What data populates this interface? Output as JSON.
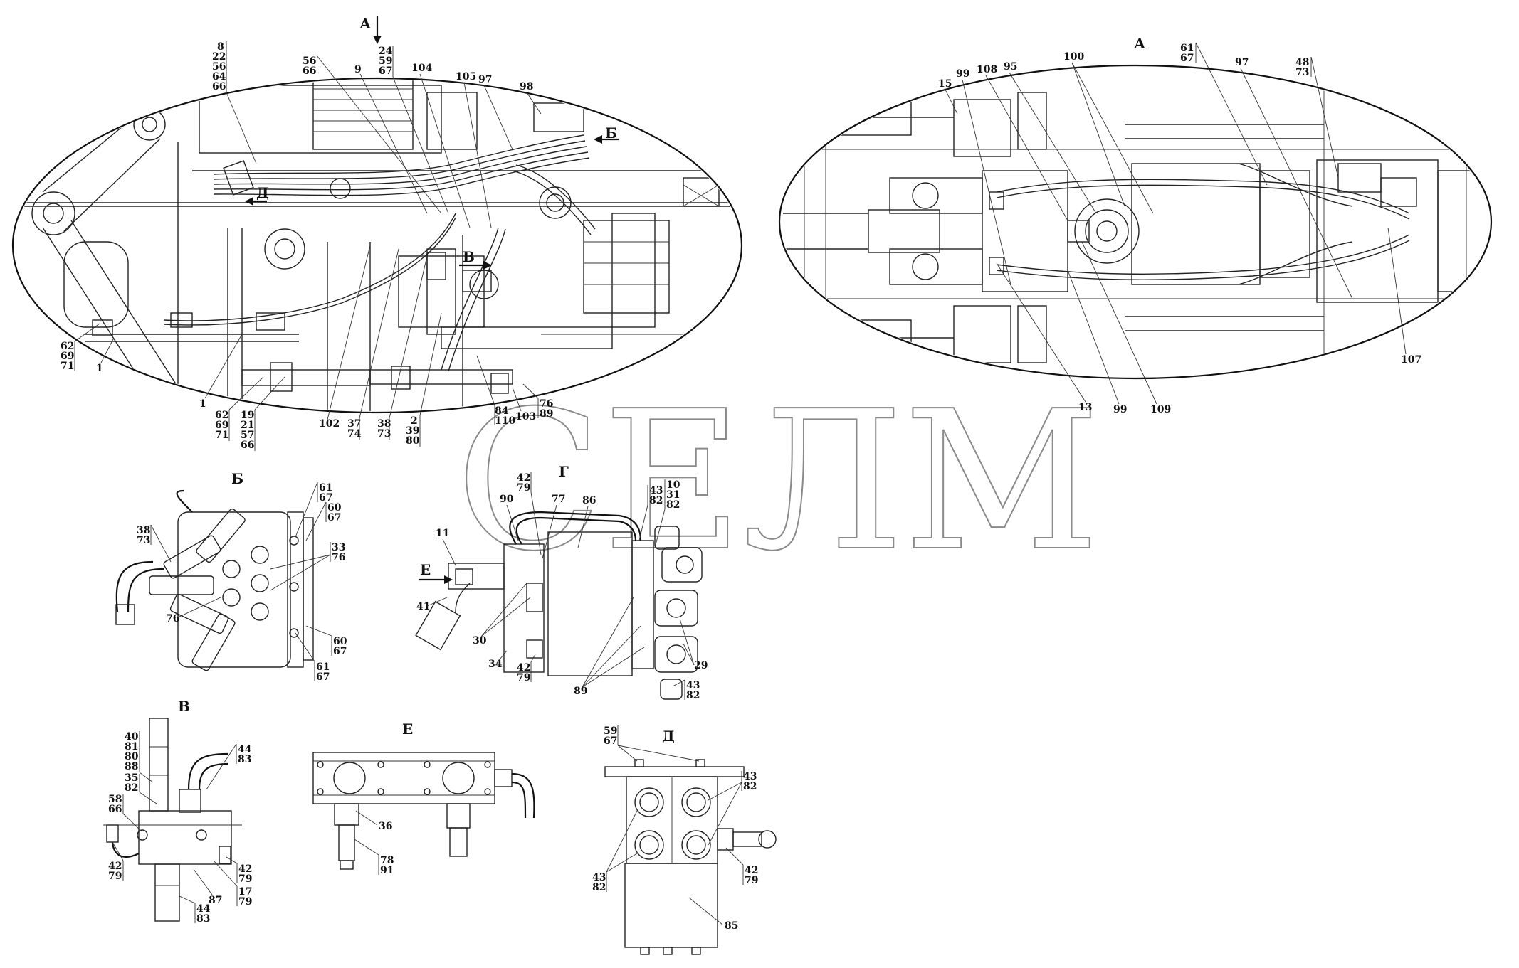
{
  "watermark": "СЕЛМ",
  "views": {
    "main_title": "А",
    "a_title": "А",
    "b_title": "Б",
    "v_title": "В",
    "g_title": "Г",
    "d_title": "Д",
    "e_title": "Е"
  },
  "main_labels": {
    "arrow_a": "А",
    "arrow_b": "Б",
    "arrow_v": "В",
    "arrow_d": "Д",
    "c8": [
      "8",
      "22",
      "56",
      "64",
      "66"
    ],
    "c56": [
      "56",
      "66"
    ],
    "l9": "9",
    "c24": [
      "24",
      "59",
      "67"
    ],
    "l104": "104",
    "l105": "105",
    "l97": "97",
    "l98": "98",
    "c62a": [
      "62",
      "69",
      "71"
    ],
    "l1a": "1",
    "l1b": "1",
    "c62b": [
      "62",
      "69",
      "71"
    ],
    "c19": [
      "19",
      "21",
      "57",
      "66"
    ],
    "l102": "102",
    "c37": [
      "37",
      "74"
    ],
    "c38": [
      "38",
      "73"
    ],
    "c2": [
      "2",
      "39",
      "80"
    ],
    "c84": [
      "84",
      "110"
    ],
    "l103": "103",
    "c76": [
      "76",
      "89"
    ]
  },
  "a_labels": {
    "l15": "15",
    "l99a": "99",
    "l108": "108",
    "l95": "95",
    "l100": "100",
    "c61": [
      "61",
      "67"
    ],
    "l97": "97",
    "c48": [
      "48",
      "73"
    ],
    "l13": "13",
    "l99b": "99",
    "l109": "109",
    "l107": "107"
  },
  "b_labels": {
    "c38": [
      "38",
      "73"
    ],
    "c61a": [
      "61",
      "67"
    ],
    "c60a": [
      "60",
      "67"
    ],
    "c33": [
      "33",
      "76"
    ],
    "l76": "76",
    "c60b": [
      "60",
      "67"
    ],
    "c61b": [
      "61",
      "67"
    ]
  },
  "g_labels": {
    "c42a": [
      "42",
      "79"
    ],
    "l90": "90",
    "l77": "77",
    "l86": "86",
    "c43a": [
      "43",
      "82"
    ],
    "c10": [
      "10",
      "31",
      "82"
    ],
    "l11": "11",
    "arrow_e": "Е",
    "l41": "41",
    "l30": "30",
    "l34": "34",
    "c42b": [
      "42",
      "79"
    ],
    "l89": "89",
    "l29": "29",
    "c43b": [
      "43",
      "82"
    ]
  },
  "v_labels": {
    "c40": [
      "40",
      "81",
      "80",
      "88"
    ],
    "c35": [
      "35",
      "82"
    ],
    "c44a": [
      "44",
      "83"
    ],
    "c58": [
      "58",
      "66"
    ],
    "c42a": [
      "42",
      "79"
    ],
    "c42b": [
      "42",
      "79"
    ],
    "l87": "87",
    "c17": [
      "17",
      "79"
    ],
    "c44b": [
      "44",
      "83"
    ]
  },
  "e_labels": {
    "l36": "36",
    "c78": [
      "78",
      "91"
    ]
  },
  "d_labels": {
    "c59": [
      "59",
      "67"
    ],
    "c43a": [
      "43",
      "82"
    ],
    "c43b": [
      "43",
      "82"
    ],
    "c42": [
      "42",
      "79"
    ],
    "l85": "85"
  }
}
